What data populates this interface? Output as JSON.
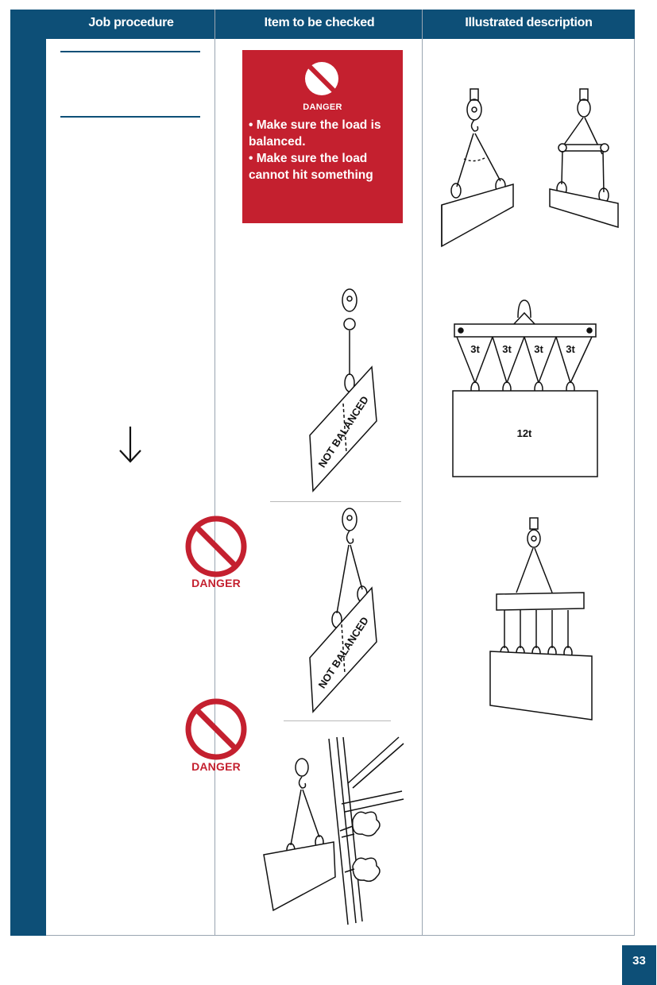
{
  "header": {
    "col1": "Job procedure",
    "col2": "Item to be checked",
    "col3": "Illustrated description"
  },
  "danger_box": {
    "label": "DANGER",
    "line1": "• Make sure the load is balanced.",
    "line2": "• Make sure the load cannot hit something"
  },
  "danger_signs": [
    {
      "label": "DANGER"
    },
    {
      "label": "DANGER"
    }
  ],
  "illustrations": {
    "not_balanced_1": "NOT BALANCED",
    "not_balanced_2": "NOT BALANCED",
    "beam_weights": [
      "3t",
      "3t",
      "3t",
      "3t"
    ],
    "load_weight": "12t"
  },
  "colors": {
    "brand_blue": "#0d4f77",
    "danger_red": "#c4202f"
  },
  "icons": [
    "no-entry-icon",
    "down-arrow-icon"
  ],
  "page_number": "33"
}
